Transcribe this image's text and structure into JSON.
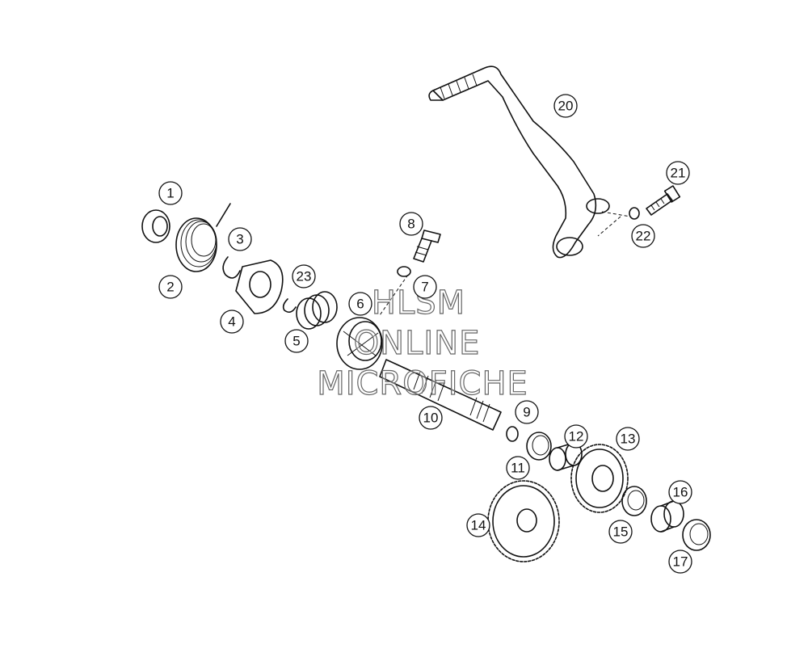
{
  "watermark": {
    "line1": "HLSM",
    "line2": "ONLINE",
    "line3": "MICROFICHE"
  },
  "callouts": [
    {
      "id": "callout-1",
      "label": "1"
    },
    {
      "id": "callout-2",
      "label": "2"
    },
    {
      "id": "callout-3",
      "label": "3"
    },
    {
      "id": "callout-4",
      "label": "4"
    },
    {
      "id": "callout-5",
      "label": "5"
    },
    {
      "id": "callout-6",
      "label": "6"
    },
    {
      "id": "callout-7",
      "label": "7"
    },
    {
      "id": "callout-8",
      "label": "8"
    },
    {
      "id": "callout-9",
      "label": "9"
    },
    {
      "id": "callout-10",
      "label": "10"
    },
    {
      "id": "callout-11",
      "label": "11"
    },
    {
      "id": "callout-12",
      "label": "12"
    },
    {
      "id": "callout-13",
      "label": "13"
    },
    {
      "id": "callout-14",
      "label": "14"
    },
    {
      "id": "callout-15",
      "label": "15"
    },
    {
      "id": "callout-16",
      "label": "16"
    },
    {
      "id": "callout-17",
      "label": "17"
    },
    {
      "id": "callout-20",
      "label": "20"
    },
    {
      "id": "callout-21",
      "label": "21"
    },
    {
      "id": "callout-22",
      "label": "22"
    },
    {
      "id": "callout-23",
      "label": "23"
    }
  ]
}
